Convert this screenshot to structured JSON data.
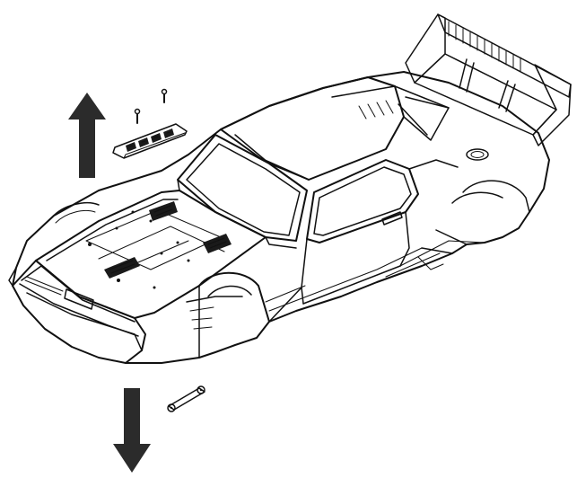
{
  "diagram": {
    "subject": "rc-car-body-shell-assembly",
    "parts": [
      {
        "id": "body-shell",
        "kind": "drawing"
      },
      {
        "id": "rear-wing",
        "kind": "drawing"
      },
      {
        "id": "hood-vent-plate",
        "kind": "drawing"
      },
      {
        "id": "body-post-link",
        "kind": "drawing"
      },
      {
        "id": "screw",
        "count": 2,
        "kind": "drawing"
      }
    ],
    "arrows": [
      {
        "id": "up-arrow",
        "direction": "up",
        "meaning": "lift-off"
      },
      {
        "id": "down-arrow",
        "direction": "down",
        "meaning": "install"
      }
    ],
    "colors": {
      "line": "#111111",
      "arrow": "#2b2b2b",
      "background": "#ffffff",
      "fill_dark": "#1a1a1a"
    }
  }
}
